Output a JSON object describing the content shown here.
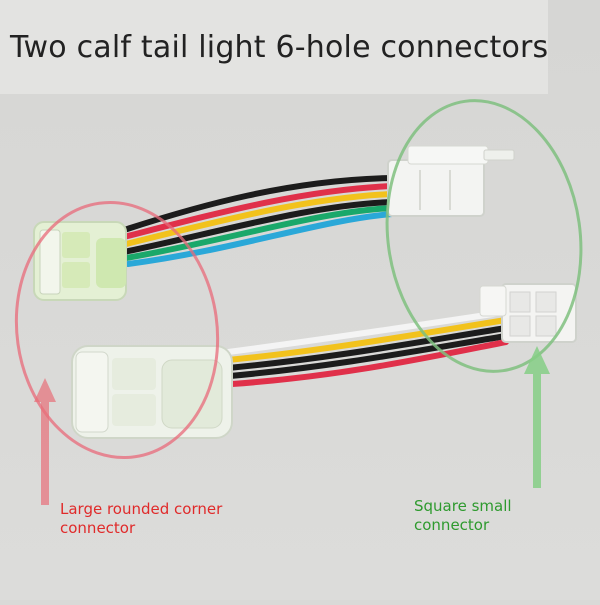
{
  "title": "Two calf tail light 6-hole connectors",
  "annotations": {
    "left": {
      "line1": "Large rounded corner",
      "line2": "connector",
      "color": "#e02a2a"
    },
    "right": {
      "line1": "Square small",
      "line2": "connector",
      "color": "#2e9a2e"
    }
  },
  "colors": {
    "background": "#d9d9d7",
    "title_box": "#e3e3e1",
    "red_ellipse": "#e86a7a",
    "green_ellipse": "#7fbf7f",
    "connector_body": "#eef2ea",
    "wire_black": "#1c1c1c",
    "wire_red": "#e0304a",
    "wire_yellow": "#f2c21c",
    "wire_green": "#1aa86a",
    "wire_blue": "#2aa8d8",
    "wire_white": "#f4f4f4"
  }
}
